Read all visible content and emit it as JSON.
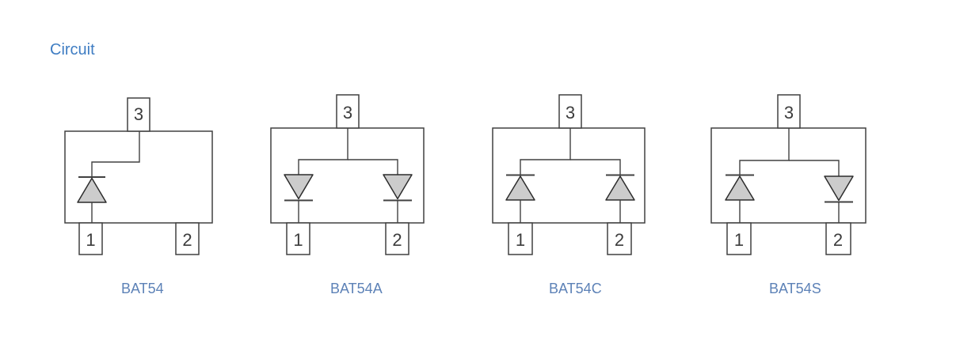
{
  "title": "Circuit",
  "colors": {
    "background": "#ffffff",
    "heading": "#3f7dc3",
    "label": "#5d82b7",
    "outline": "#414141",
    "diode_fill": "#cccccc",
    "diode_stroke": "#2d2d2d",
    "pin_number": "#3c3c3c"
  },
  "circuits": [
    {
      "label": "BAT54",
      "topology": "single Schottky diode",
      "diodes": [
        {
          "anode": "pin 1",
          "cathode": "pin 3"
        }
      ],
      "pins": {
        "p1": "1",
        "p2": "2",
        "p3": "3"
      }
    },
    {
      "label": "BAT54A",
      "topology": "dual Schottky diode, common anode",
      "diodes": [
        {
          "anode": "pin 3",
          "cathode": "pin 1"
        },
        {
          "anode": "pin 3",
          "cathode": "pin 2"
        }
      ],
      "pins": {
        "p1": "1",
        "p2": "2",
        "p3": "3"
      }
    },
    {
      "label": "BAT54C",
      "topology": "dual Schottky diode, common cathode",
      "diodes": [
        {
          "anode": "pin 1",
          "cathode": "pin 3"
        },
        {
          "anode": "pin 2",
          "cathode": "pin 3"
        }
      ],
      "pins": {
        "p1": "1",
        "p2": "2",
        "p3": "3"
      }
    },
    {
      "label": "BAT54S",
      "topology": "dual Schottky diode, series",
      "diodes": [
        {
          "anode": "pin 1",
          "cathode": "pin 3"
        },
        {
          "anode": "pin 3",
          "cathode": "pin 2"
        }
      ],
      "pins": {
        "p1": "1",
        "p2": "2",
        "p3": "3"
      }
    }
  ]
}
